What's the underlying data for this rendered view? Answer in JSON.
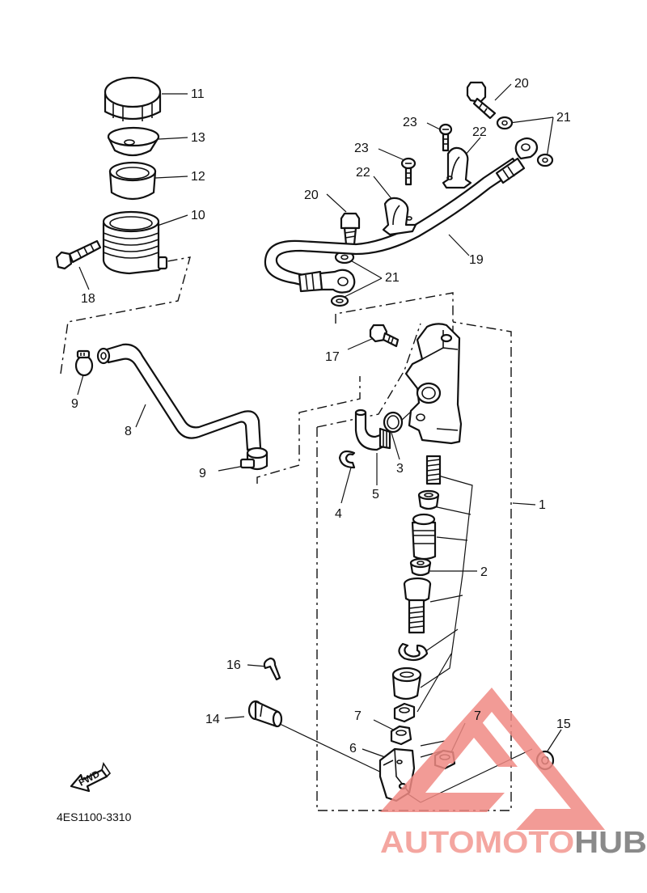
{
  "catalog_code": "4ES1100-3310",
  "fwd_label": "FWD",
  "watermark": {
    "part1": "AUTOMOTO",
    "part2": "HUB",
    "color1": "#f4a6a0",
    "color2": "#8a8a8a",
    "logo_color": "#f08a84"
  },
  "callouts": {
    "p1": "1",
    "p2": "2",
    "p3": "3",
    "p4": "4",
    "p5": "5",
    "p6": "6",
    "p7a": "7",
    "p7b": "7",
    "p8": "8",
    "p9a": "9",
    "p9b": "9",
    "p10": "10",
    "p11": "11",
    "p12": "12",
    "p13": "13",
    "p14": "14",
    "p15": "15",
    "p16": "16",
    "p17": "17",
    "p18": "18",
    "p19": "19",
    "p20a": "20",
    "p20b": "20",
    "p21a": "21",
    "p21b": "21",
    "p22a": "22",
    "p22b": "22",
    "p23a": "23",
    "p23b": "23"
  }
}
